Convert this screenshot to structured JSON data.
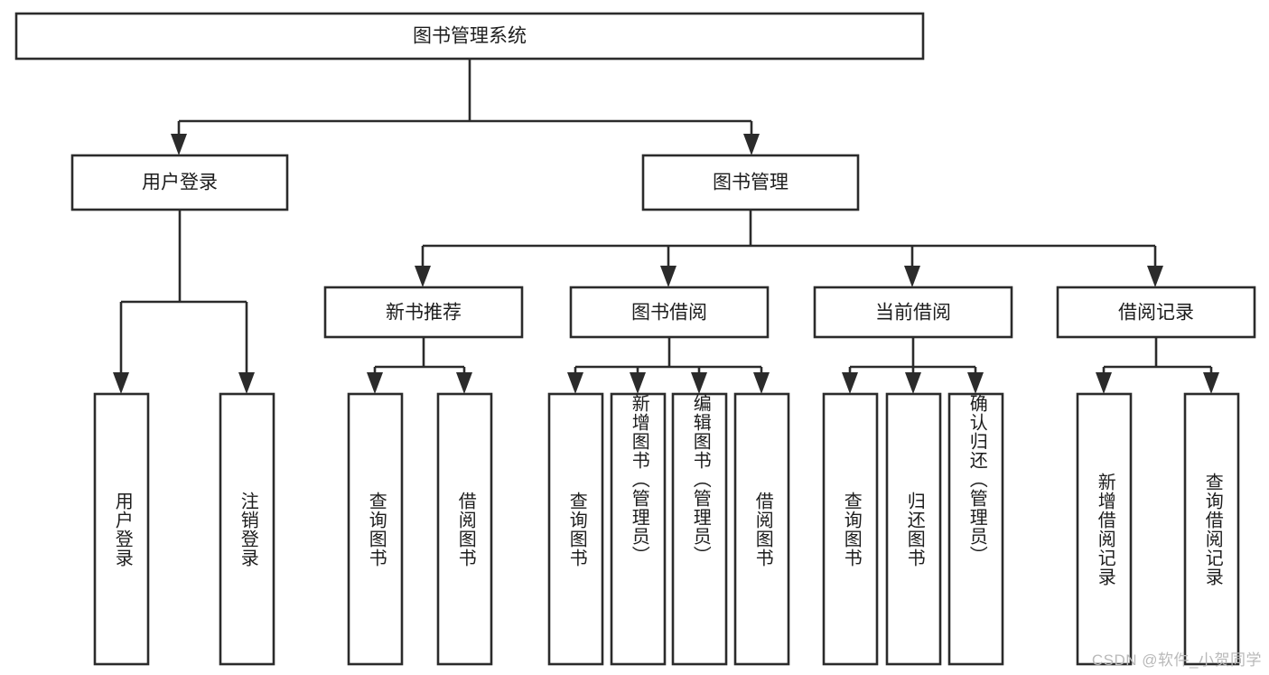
{
  "diagram": {
    "type": "tree",
    "title": "图书管理系统",
    "watermark": "CSDN @软件_小贺同学",
    "colors": {
      "stroke": "#2b2b2b",
      "fill": "#ffffff",
      "text": "#1d1d1d",
      "watermark": "#b9b9b9",
      "background": "#ffffff"
    },
    "root": {
      "label": "图书管理系统"
    },
    "level2": [
      {
        "label": "用户登录"
      },
      {
        "label": "图书管理"
      }
    ],
    "level3": [
      {
        "label": "新书推荐"
      },
      {
        "label": "图书借阅"
      },
      {
        "label": "当前借阅"
      },
      {
        "label": "借阅记录"
      }
    ],
    "leaves": {
      "user_login": [
        {
          "label": "用户登录"
        },
        {
          "label": "注销登录"
        }
      ],
      "new_book_recommend": [
        {
          "label": "查询图书"
        },
        {
          "label": "借阅图书"
        }
      ],
      "book_borrow": [
        {
          "label": "查询图书"
        },
        {
          "label": "新增图书（管理员）"
        },
        {
          "label": "编辑图书（管理员）"
        },
        {
          "label": "借阅图书"
        }
      ],
      "current_borrow": [
        {
          "label": "查询图书"
        },
        {
          "label": "归还图书"
        },
        {
          "label": "确认归还（管理员）"
        }
      ],
      "borrow_record": [
        {
          "label": "新增借阅记录"
        },
        {
          "label": "查询借阅记录"
        }
      ]
    }
  }
}
